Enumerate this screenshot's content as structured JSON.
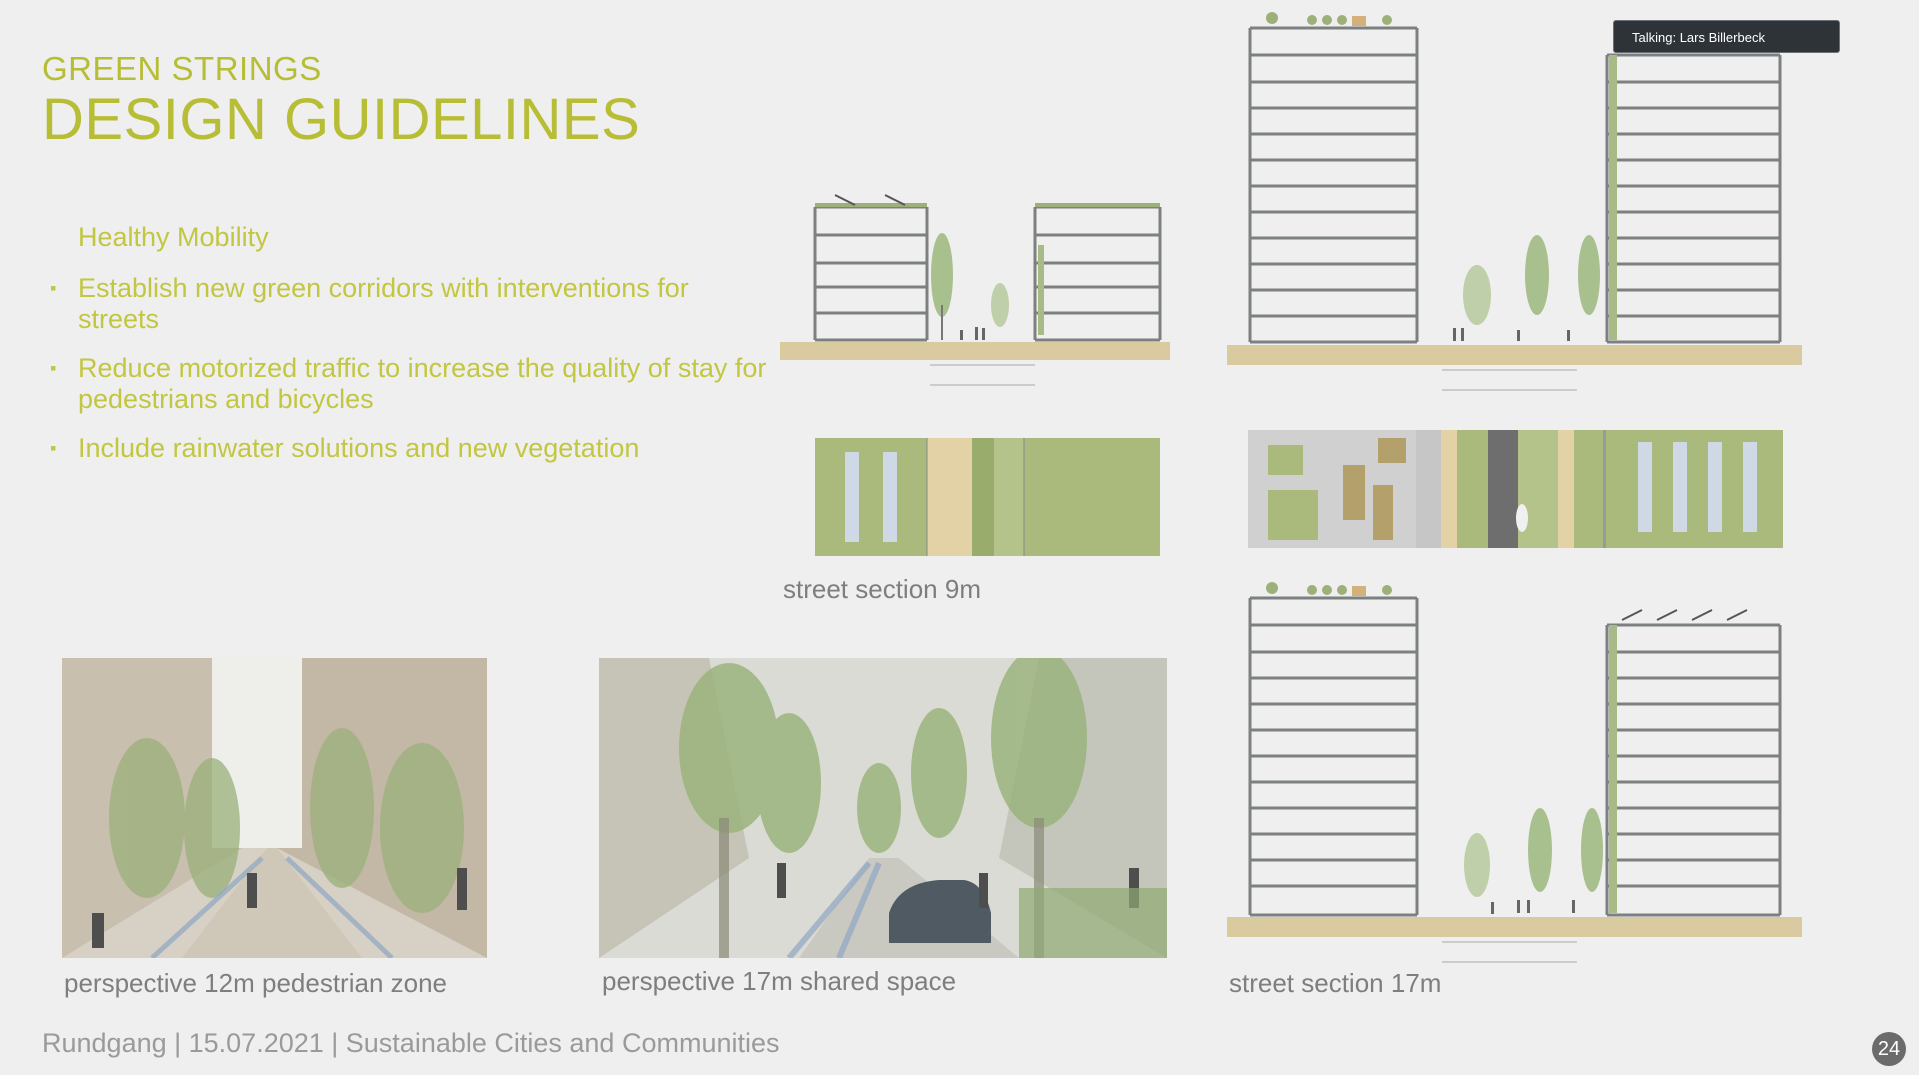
{
  "slide": {
    "subtitle": "GREEN STRINGS",
    "title": "DESIGN GUIDELINES",
    "section_heading": "Healthy Mobility",
    "bullets": [
      "Establish new green corridors with interventions for streets",
      "Reduce motorized traffic to increase the quality of stay for pedestrians and bicycles",
      "Include rainwater solutions and new vegetation"
    ],
    "captions": {
      "section_9m": "street section 9m",
      "perspective_12m": "perspective 12m pedestrian zone",
      "perspective_17m": "perspective 17m shared space",
      "section_17m": "street section 17m"
    },
    "footer": "Rundgang | 15.07.2021 | Sustainable Cities and Communities",
    "page_number": "24"
  },
  "overlay": {
    "talking_label": "Talking: Lars Billerbeck"
  },
  "colors": {
    "accent": "#b7bd35",
    "green_area": "#a9ba7c",
    "sand": "#e2d2a6",
    "ground": "#d9ca9f"
  }
}
